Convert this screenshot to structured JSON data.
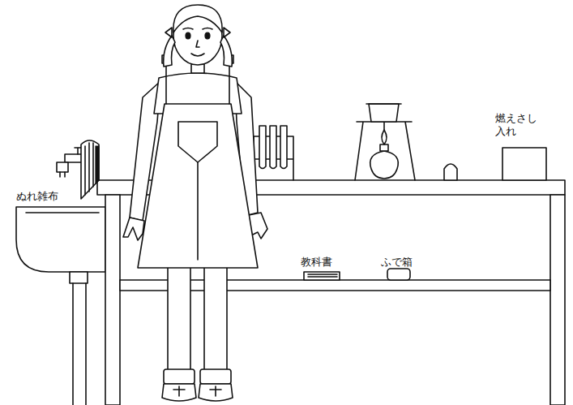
{
  "diagram": {
    "labels": [
      "ぬれ雑布",
      "燃えさし 入れ",
      "教科書",
      "ふで箱"
    ]
  }
}
